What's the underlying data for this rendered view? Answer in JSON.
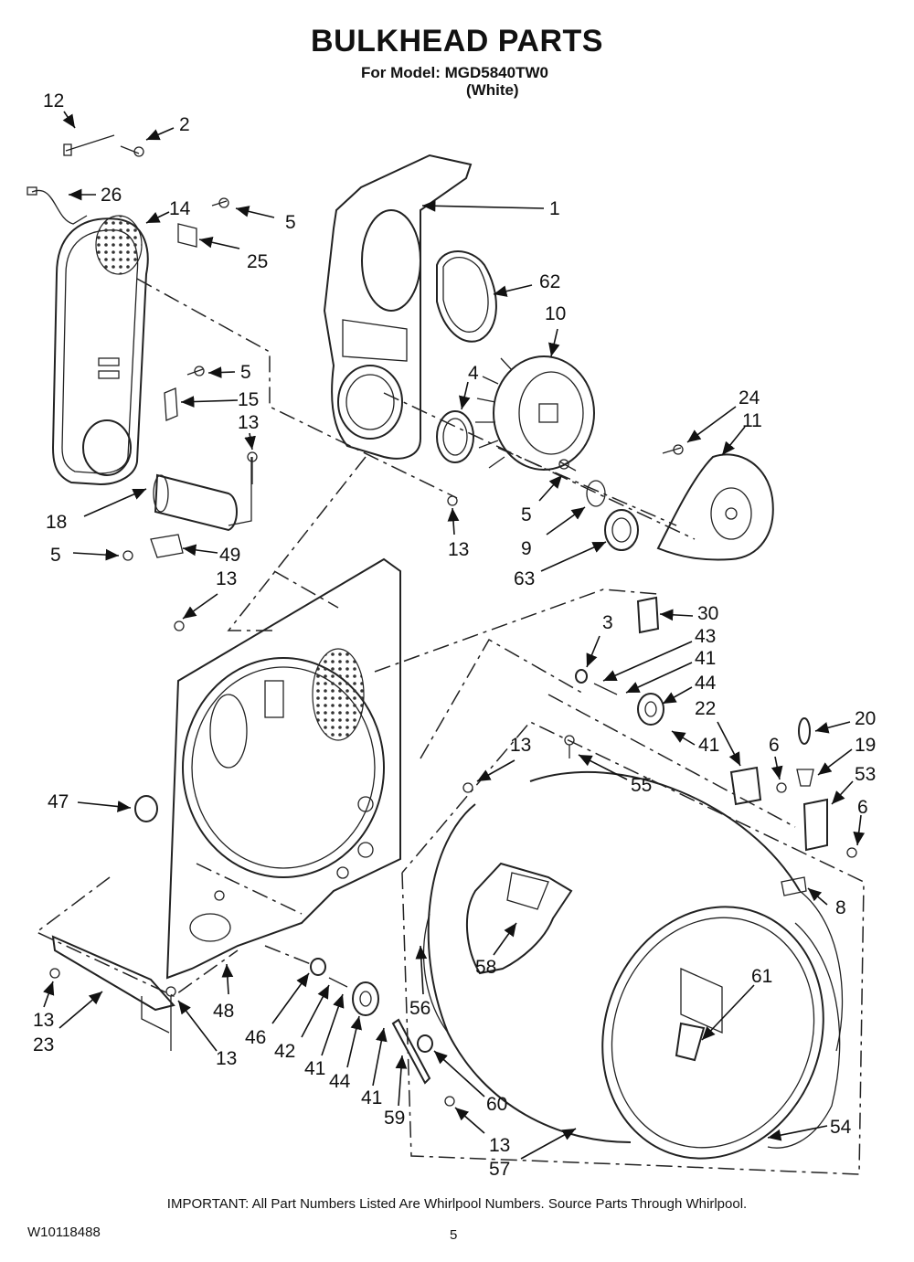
{
  "header": {
    "title": "BULKHEAD PARTS",
    "model_line": "For Model: MGD5840TW0",
    "color_note": "(White)"
  },
  "callouts": [
    {
      "id": "c12",
      "label": "12"
    },
    {
      "id": "c2",
      "label": "2"
    },
    {
      "id": "c26",
      "label": "26"
    },
    {
      "id": "c14",
      "label": "14"
    },
    {
      "id": "c5a",
      "label": "5"
    },
    {
      "id": "c25",
      "label": "25"
    },
    {
      "id": "c1",
      "label": "1"
    },
    {
      "id": "c62",
      "label": "62"
    },
    {
      "id": "c10",
      "label": "10"
    },
    {
      "id": "c5b",
      "label": "5"
    },
    {
      "id": "c4",
      "label": "4"
    },
    {
      "id": "c15",
      "label": "15"
    },
    {
      "id": "c13a",
      "label": "13"
    },
    {
      "id": "c24",
      "label": "24"
    },
    {
      "id": "c11",
      "label": "11"
    },
    {
      "id": "c18",
      "label": "18"
    },
    {
      "id": "c5c",
      "label": "5"
    },
    {
      "id": "c49",
      "label": "49"
    },
    {
      "id": "c13b",
      "label": "13"
    },
    {
      "id": "c5d",
      "label": "5"
    },
    {
      "id": "c9",
      "label": "9"
    },
    {
      "id": "c63",
      "label": "63"
    },
    {
      "id": "c13c",
      "label": "13"
    },
    {
      "id": "c30",
      "label": "30"
    },
    {
      "id": "c3",
      "label": "3"
    },
    {
      "id": "c43",
      "label": "43"
    },
    {
      "id": "c41a",
      "label": "41"
    },
    {
      "id": "c44a",
      "label": "44"
    },
    {
      "id": "c22",
      "label": "22"
    },
    {
      "id": "c41b",
      "label": "41"
    },
    {
      "id": "c20",
      "label": "20"
    },
    {
      "id": "c13d",
      "label": "13"
    },
    {
      "id": "c6a",
      "label": "6"
    },
    {
      "id": "c19",
      "label": "19"
    },
    {
      "id": "c55",
      "label": "55"
    },
    {
      "id": "c53",
      "label": "53"
    },
    {
      "id": "c47",
      "label": "47"
    },
    {
      "id": "c6b",
      "label": "6"
    },
    {
      "id": "c8",
      "label": "8"
    },
    {
      "id": "c61",
      "label": "61"
    },
    {
      "id": "c58",
      "label": "58"
    },
    {
      "id": "c13e",
      "label": "13"
    },
    {
      "id": "c23",
      "label": "23"
    },
    {
      "id": "c48",
      "label": "48"
    },
    {
      "id": "c56",
      "label": "56"
    },
    {
      "id": "c46",
      "label": "46"
    },
    {
      "id": "c42",
      "label": "42"
    },
    {
      "id": "c41c",
      "label": "41"
    },
    {
      "id": "c44b",
      "label": "44"
    },
    {
      "id": "c13f",
      "label": "13"
    },
    {
      "id": "c41d",
      "label": "41"
    },
    {
      "id": "c59",
      "label": "59"
    },
    {
      "id": "c60",
      "label": "60"
    },
    {
      "id": "c13g",
      "label": "13"
    },
    {
      "id": "c54",
      "label": "54"
    },
    {
      "id": "c57",
      "label": "57"
    }
  ],
  "footer": {
    "note": "IMPORTANT: All Part Numbers Listed Are Whirlpool Numbers. Source Parts Through Whirlpool.",
    "doc_number": "W10118488",
    "page_number": "5"
  }
}
